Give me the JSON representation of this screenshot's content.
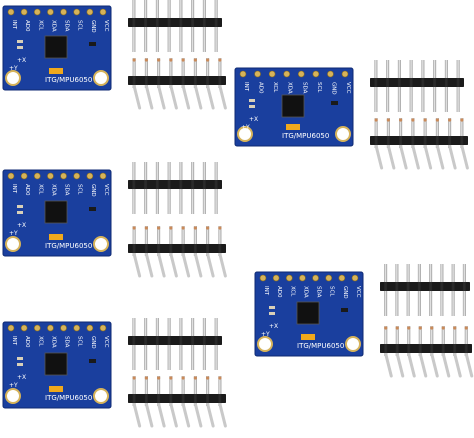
{
  "module": {
    "label": "ITG/MPU6050",
    "pins": [
      "VCC",
      "GND",
      "SCL",
      "SDA",
      "XDA",
      "XCL",
      "AD0",
      "INT"
    ],
    "axes": [
      "+X",
      "+Y"
    ]
  },
  "colors": {
    "board": "#1a3f9e",
    "board_edge": "#0f2a73",
    "silk": "#ffffff",
    "pad": "#d6b35a",
    "header_plastic": "#1b1b1b",
    "pin_metal": "#c9c9c9",
    "pin_tip": "#8a8a8a",
    "led": "#f0a91c"
  }
}
